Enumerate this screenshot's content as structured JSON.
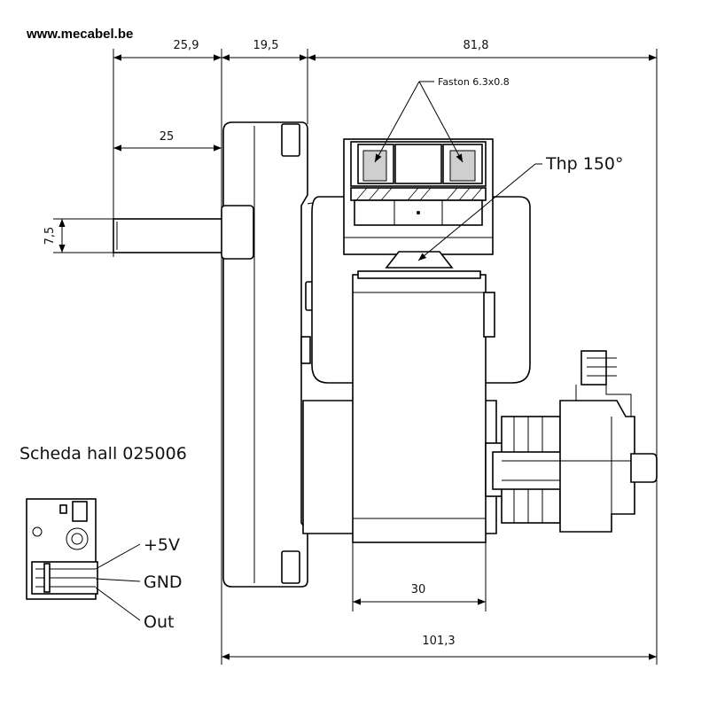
{
  "website": "www.mecabel.be",
  "dimensions": {
    "shaft_to_gear": "25,9",
    "gearbox_width": "19,5",
    "motor_length": "81,8",
    "shaft_length": "25",
    "shaft_diameter": "7,5",
    "coil_width": "30",
    "total_length": "101,3"
  },
  "callouts": {
    "faston": "Faston 6.3x0.8",
    "thermal_protector": "Thp 150°"
  },
  "hall_board": {
    "title": "Scheda hall 025006",
    "pins": [
      "+5V",
      "GND",
      "Out"
    ]
  }
}
